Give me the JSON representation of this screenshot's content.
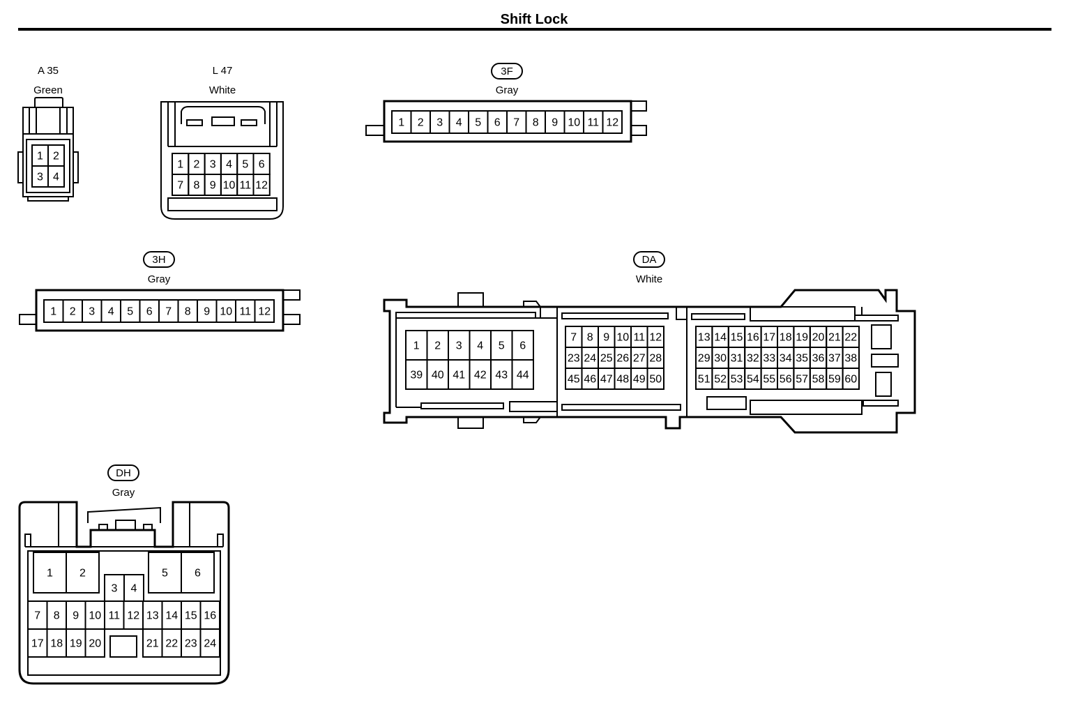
{
  "title": "Shift Lock",
  "connectors": [
    {
      "id": "A35",
      "code": "A 35",
      "badge": false,
      "color": "Green",
      "pins": [
        "1",
        "2",
        "3",
        "4"
      ]
    },
    {
      "id": "L47",
      "code": "L 47",
      "badge": false,
      "color": "White",
      "pins": [
        "1",
        "2",
        "3",
        "4",
        "5",
        "6",
        "7",
        "8",
        "9",
        "10",
        "11",
        "12"
      ]
    },
    {
      "id": "3F",
      "code": "3F",
      "badge": true,
      "color": "Gray",
      "pins": [
        "1",
        "2",
        "3",
        "4",
        "5",
        "6",
        "7",
        "8",
        "9",
        "10",
        "11",
        "12"
      ]
    },
    {
      "id": "3H",
      "code": "3H",
      "badge": true,
      "color": "Gray",
      "pins": [
        "1",
        "2",
        "3",
        "4",
        "5",
        "6",
        "7",
        "8",
        "9",
        "10",
        "11",
        "12"
      ]
    },
    {
      "id": "DA",
      "code": "DA",
      "badge": true,
      "color": "White",
      "pins": [
        "1",
        "2",
        "3",
        "4",
        "5",
        "6",
        "7",
        "8",
        "9",
        "10",
        "11",
        "12",
        "13",
        "14",
        "15",
        "16",
        "17",
        "18",
        "19",
        "20",
        "21",
        "22",
        "23",
        "24",
        "25",
        "26",
        "27",
        "28",
        "29",
        "30",
        "31",
        "32",
        "33",
        "34",
        "35",
        "36",
        "37",
        "38",
        "39",
        "40",
        "41",
        "42",
        "43",
        "44",
        "45",
        "46",
        "47",
        "48",
        "49",
        "50",
        "51",
        "52",
        "53",
        "54",
        "55",
        "56",
        "57",
        "58",
        "59",
        "60"
      ]
    },
    {
      "id": "DH",
      "code": "DH",
      "badge": true,
      "color": "Gray",
      "pins": [
        "1",
        "2",
        "3",
        "4",
        "5",
        "6",
        "7",
        "8",
        "9",
        "10",
        "11",
        "12",
        "13",
        "14",
        "15",
        "16",
        "17",
        "18",
        "19",
        "20",
        "21",
        "22",
        "23",
        "24"
      ]
    }
  ]
}
